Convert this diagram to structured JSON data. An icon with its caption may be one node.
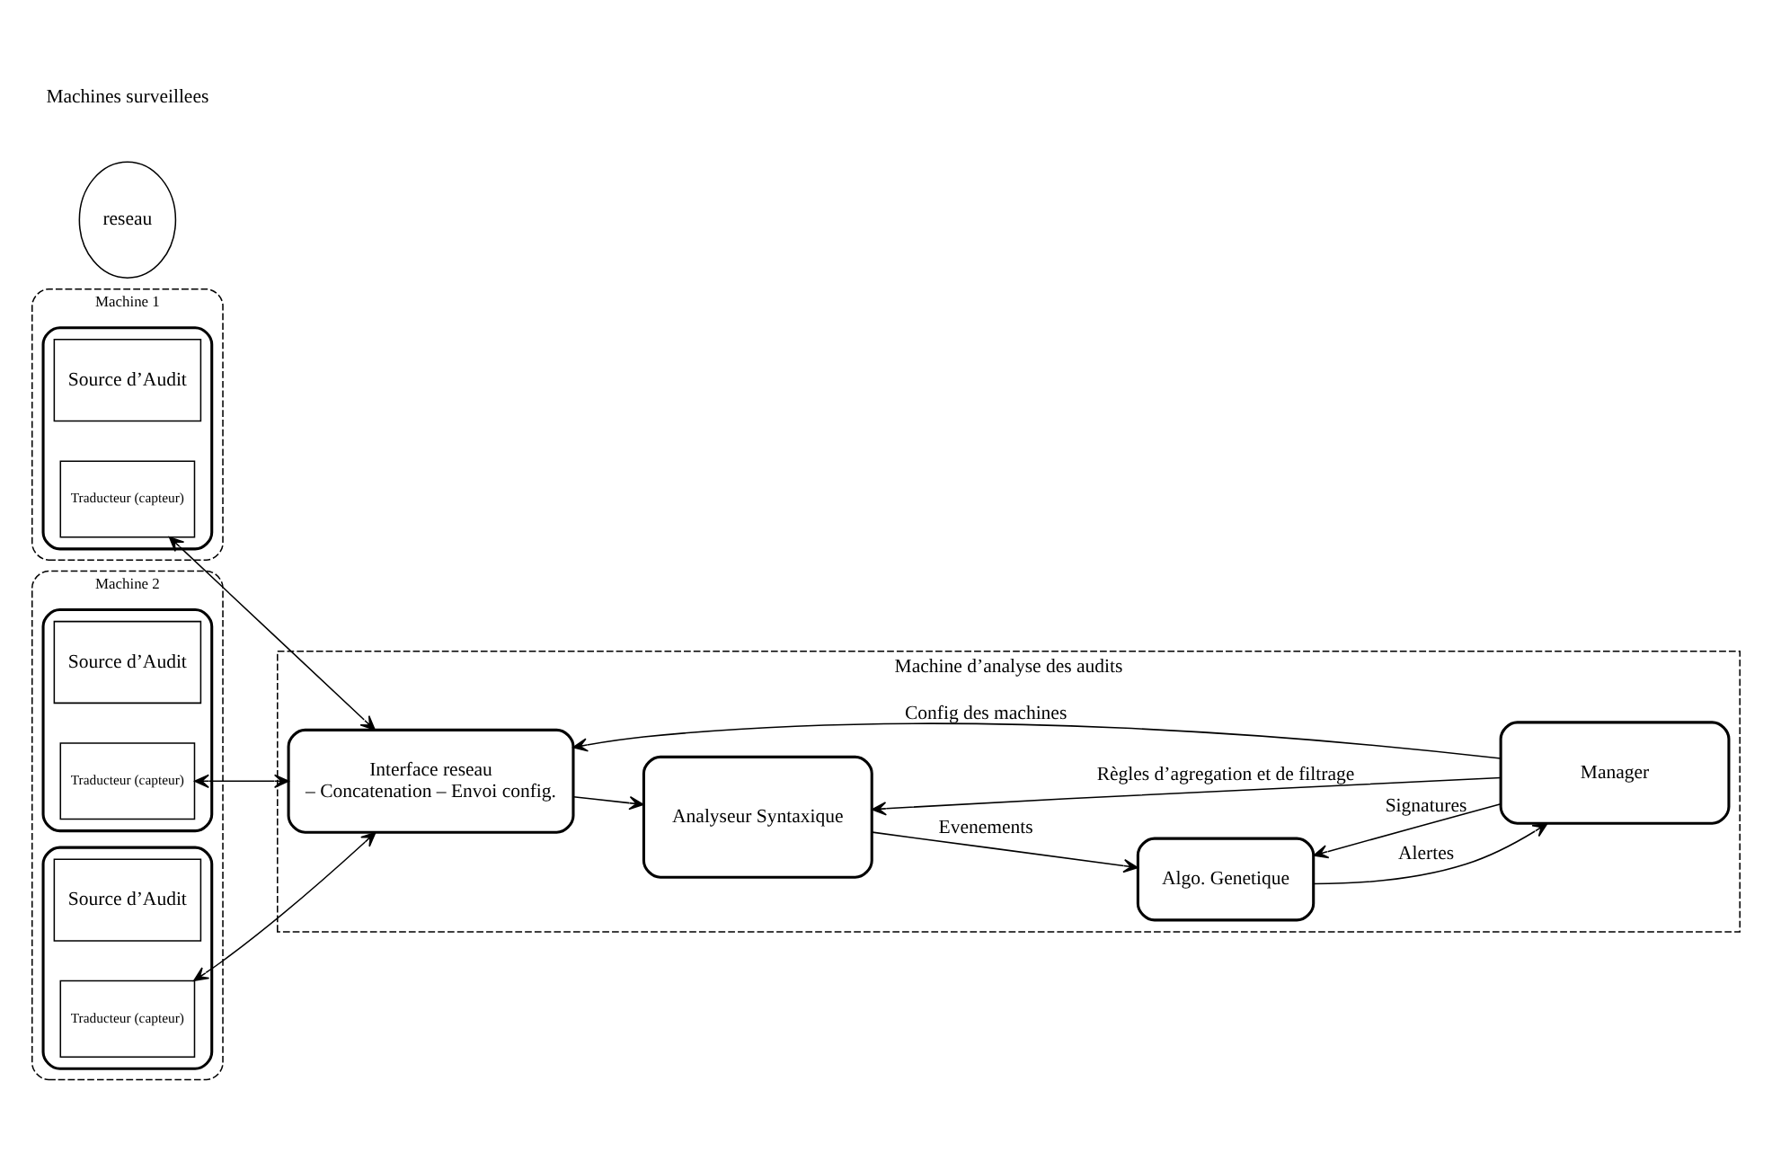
{
  "diagram": {
    "nodes": [
      {
        "text": [
          "Machine 1"
        ]
      },
      {
        "text": [],
        "shape": "box",
        "in": 0
      },
      {
        "text": [
          "Source d’Audit"
        ],
        "in": 1
      },
      {
        "text": [
          "Traducteur (capteur)"
        ],
        "in": 1
      },
      {
        "text": [
          "Machine 2"
        ]
      },
      {
        "text": [],
        "shape": "box",
        "in": 4
      },
      {
        "text": [
          "Source d’Audit"
        ],
        "in": 5
      },
      {
        "text": [
          "Traducteur (capteur)"
        ],
        "in": 5
      },
      {
        "text": [],
        "shape": "box",
        "in": 4
      },
      {
        "text": [
          "Source d’Audit"
        ],
        "in": 8
      },
      {
        "text": [
          "Traducteur (capteur)"
        ],
        "in": 8
      },
      {
        "text": [
          "Machine d’analyse des audits"
        ]
      },
      {
        "text": [
          "reseau"
        ]
      },
      {
        "text": [
          "Interface reseau",
          "– Concatenation – Envoi config."
        ],
        "in": 11
      },
      {
        "text": [
          "Analyseur Syntaxique"
        ],
        "in": 11
      },
      {
        "text": [
          "Algo. Genetique"
        ],
        "in": 11
      },
      {
        "text": [
          "Manager"
        ],
        "in": 11
      }
    ],
    "edges": [
      {
        "from": 3,
        "to": 13,
        "arrow": "both"
      },
      {
        "from": 7,
        "to": 13,
        "arrow": "both"
      },
      {
        "from": 10,
        "to": 13,
        "arrow": "both"
      },
      {
        "from": 13,
        "to": 14,
        "arrow": "to"
      },
      {
        "from": 14,
        "to": 15,
        "arrow": "to",
        "label": "Evenements"
      },
      {
        "from": 16,
        "to": 14,
        "arrow": "to",
        "label": "Règles d’agregation et de filtrage"
      },
      {
        "from": 16,
        "to": 13,
        "arrow": "to",
        "label": "Config des machines"
      },
      {
        "from": 16,
        "to": 15,
        "arrow": "to",
        "label": "Signatures"
      },
      {
        "from": 15,
        "to": 16,
        "arrow": "to",
        "label": "Alertes"
      }
    ],
    "labels": [
      "Machines surveillees"
    ]
  }
}
